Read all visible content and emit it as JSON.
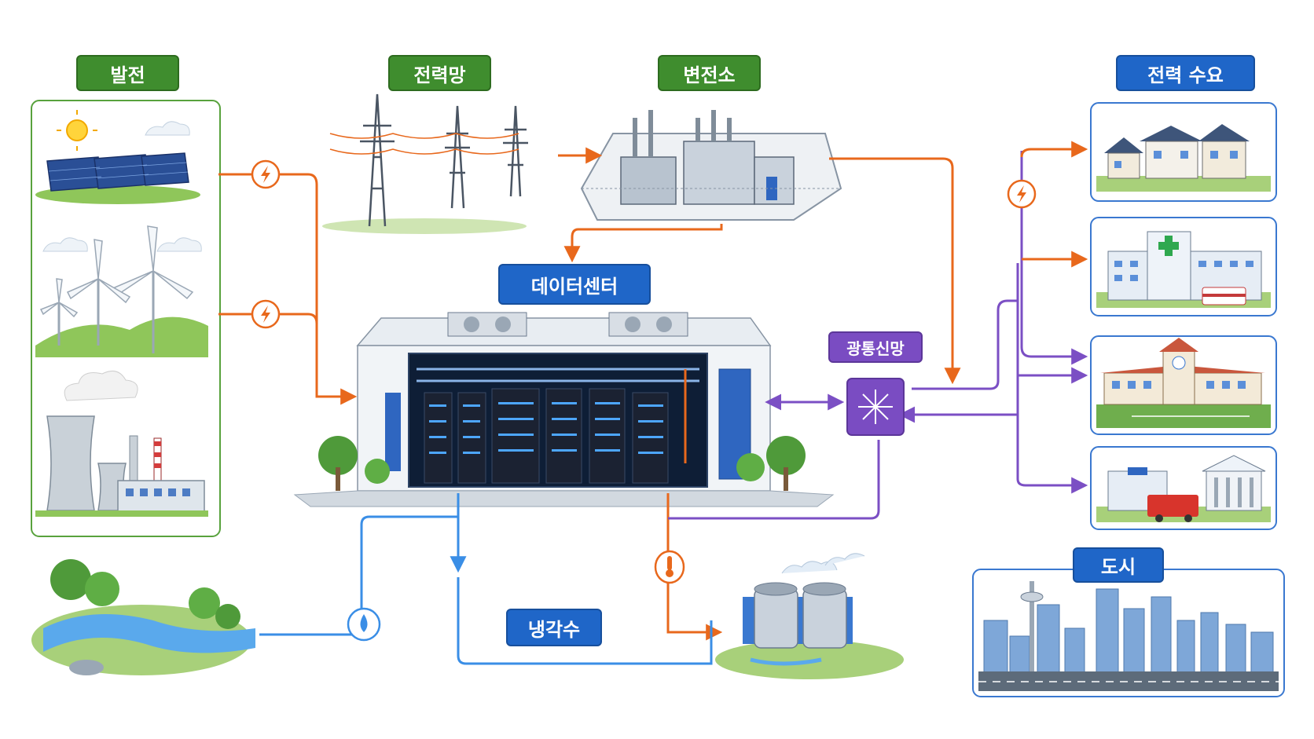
{
  "labels": {
    "generation": "발전",
    "grid": "전력망",
    "substation": "변전소",
    "datacenter": "데이터센터",
    "optical_network": "광통신망",
    "power_demand": "전력 수요",
    "city": "도시",
    "cooling_water": "냉각수"
  },
  "colors": {
    "power_line": "#e8681c",
    "water_line": "#3a8ee6",
    "network_line": "#7b4fc4",
    "green_label": "#3f8d2e",
    "blue_label": "#1f66c8",
    "purple_label": "#7a4cc2"
  },
  "icons": {
    "generation_nodes": [
      "lightning-icon",
      "lightning-icon"
    ],
    "demand_node": "lightning-icon",
    "water_node": "water-drop-icon",
    "heat_node": "thermometer-icon",
    "network_hub": "snowflake-hub-icon"
  }
}
